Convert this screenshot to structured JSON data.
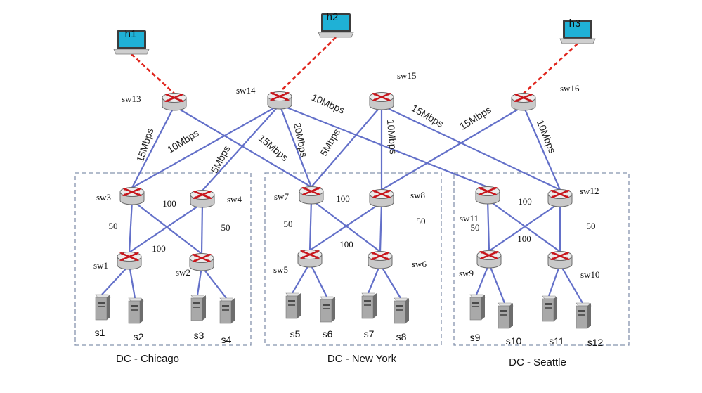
{
  "hosts": [
    {
      "id": "h1",
      "label": "h1"
    },
    {
      "id": "h2",
      "label": "h2"
    },
    {
      "id": "h3",
      "label": "h3"
    }
  ],
  "switches": [
    {
      "id": "sw1",
      "label": "sw1"
    },
    {
      "id": "sw2",
      "label": "sw2"
    },
    {
      "id": "sw3",
      "label": "sw3"
    },
    {
      "id": "sw4",
      "label": "sw4"
    },
    {
      "id": "sw5",
      "label": "sw5"
    },
    {
      "id": "sw6",
      "label": "sw6"
    },
    {
      "id": "sw7",
      "label": "sw7"
    },
    {
      "id": "sw8",
      "label": "sw8"
    },
    {
      "id": "sw9",
      "label": "sw9"
    },
    {
      "id": "sw10",
      "label": "sw10"
    },
    {
      "id": "sw11",
      "label": "sw11"
    },
    {
      "id": "sw12",
      "label": "sw12"
    },
    {
      "id": "sw13",
      "label": "sw13"
    },
    {
      "id": "sw14",
      "label": "sw14"
    },
    {
      "id": "sw15",
      "label": "sw15"
    },
    {
      "id": "sw16",
      "label": "sw16"
    }
  ],
  "servers": [
    {
      "id": "s1",
      "label": "s1"
    },
    {
      "id": "s2",
      "label": "s2"
    },
    {
      "id": "s3",
      "label": "s3"
    },
    {
      "id": "s4",
      "label": "s4"
    },
    {
      "id": "s5",
      "label": "s5"
    },
    {
      "id": "s6",
      "label": "s6"
    },
    {
      "id": "s7",
      "label": "s7"
    },
    {
      "id": "s8",
      "label": "s8"
    },
    {
      "id": "s9",
      "label": "s9"
    },
    {
      "id": "s10",
      "label": "s10"
    },
    {
      "id": "s11",
      "label": "s11"
    },
    {
      "id": "s12",
      "label": "s12"
    }
  ],
  "datacenters": [
    {
      "id": "chicago",
      "label": "DC - Chicago"
    },
    {
      "id": "newyork",
      "label": "DC - New York"
    },
    {
      "id": "seattle",
      "label": "DC - Seattle"
    }
  ],
  "host_links": [
    {
      "from": "h1",
      "to": "sw14"
    },
    {
      "from": "h2",
      "to": "sw14"
    },
    {
      "from": "h3",
      "to": "sw16"
    }
  ],
  "core_links": [
    {
      "from": "sw13",
      "to": "sw3",
      "label": "15Mbps"
    },
    {
      "from": "sw13",
      "to": "sw7",
      "label": ""
    },
    {
      "from": "sw14",
      "to": "sw3",
      "label": "10Mbps"
    },
    {
      "from": "sw14",
      "to": "sw4",
      "label": "5Mbps"
    },
    {
      "from": "sw14",
      "to": "sw7",
      "label": "20Mbps"
    },
    {
      "from": "sw14",
      "to": "sw11",
      "label": "10Mbps"
    },
    {
      "from": "sw15",
      "to": "sw7",
      "label": "5Mbps"
    },
    {
      "from": "sw15",
      "to": "sw8",
      "label": "10Mbps"
    },
    {
      "from": "sw15",
      "to": "sw12",
      "label": "15Mbps"
    },
    {
      "from": "sw16",
      "to": "sw8",
      "label": "15Mbps"
    },
    {
      "from": "sw16",
      "to": "sw12",
      "label": "10Mbps"
    },
    {
      "from": "sw13",
      "to": "sw7",
      "label": "15Mbps"
    }
  ],
  "dc_links": [
    {
      "from": "sw3",
      "to": "sw1"
    },
    {
      "from": "sw3",
      "to": "sw2"
    },
    {
      "from": "sw4",
      "to": "sw1"
    },
    {
      "from": "sw4",
      "to": "sw2"
    },
    {
      "from": "sw7",
      "to": "sw5"
    },
    {
      "from": "sw7",
      "to": "sw6"
    },
    {
      "from": "sw8",
      "to": "sw5"
    },
    {
      "from": "sw8",
      "to": "sw6"
    },
    {
      "from": "sw11",
      "to": "sw9"
    },
    {
      "from": "sw11",
      "to": "sw10"
    },
    {
      "from": "sw12",
      "to": "sw9"
    },
    {
      "from": "sw12",
      "to": "sw10"
    },
    {
      "from": "sw1",
      "to": "s1"
    },
    {
      "from": "sw1",
      "to": "s2"
    },
    {
      "from": "sw2",
      "to": "s3"
    },
    {
      "from": "sw2",
      "to": "s4"
    },
    {
      "from": "sw5",
      "to": "s5"
    },
    {
      "from": "sw5",
      "to": "s6"
    },
    {
      "from": "sw6",
      "to": "s7"
    },
    {
      "from": "sw6",
      "to": "s8"
    },
    {
      "from": "sw9",
      "to": "s9"
    },
    {
      "from": "sw9",
      "to": "s10"
    },
    {
      "from": "sw10",
      "to": "s11"
    },
    {
      "from": "sw10",
      "to": "s12"
    }
  ],
  "capacity_labels": [
    {
      "id": "chicago-left",
      "text": "50"
    },
    {
      "id": "chicago-cross-top",
      "text": "100"
    },
    {
      "id": "chicago-cross-bottom",
      "text": "100"
    },
    {
      "id": "chicago-right",
      "text": "50"
    },
    {
      "id": "newyork-left",
      "text": "50"
    },
    {
      "id": "newyork-cross-top",
      "text": "100"
    },
    {
      "id": "newyork-cross-bottom",
      "text": "100"
    },
    {
      "id": "newyork-right",
      "text": "50"
    },
    {
      "id": "seattle-left",
      "text": "50"
    },
    {
      "id": "seattle-cross-top",
      "text": "100"
    },
    {
      "id": "seattle-cross-bottom",
      "text": "100"
    },
    {
      "id": "seattle-right",
      "text": "50"
    }
  ],
  "colors": {
    "link": "#6370c9",
    "host_link": "#e0241c",
    "router_body": "#e6e6e6",
    "router_arrow": "#c8151b",
    "laptop_screen": "#1fb1d6",
    "dc_border": "#8593ad"
  },
  "icons": {
    "switch": "router-icon",
    "host": "laptop-icon",
    "server": "server-tower-icon"
  }
}
